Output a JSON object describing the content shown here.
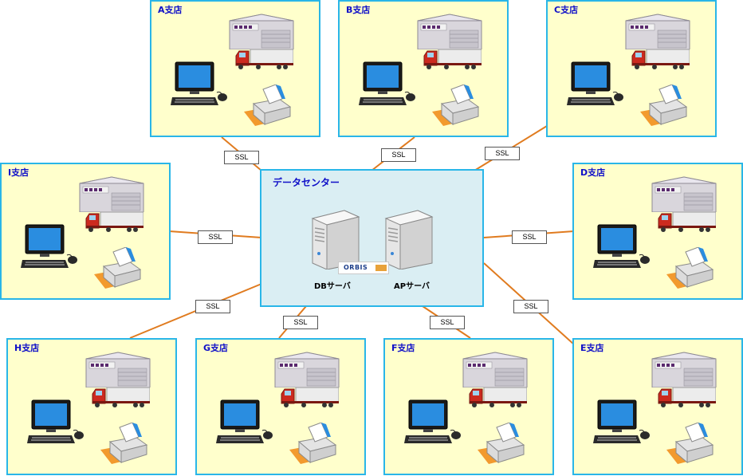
{
  "datacenter": {
    "title": "データセンター",
    "db_server_label": "DBサーバ",
    "ap_server_label": "APサーバ",
    "logo_text": "ORBIS"
  },
  "branches": {
    "a": {
      "title": "A支店"
    },
    "b": {
      "title": "B支店"
    },
    "c": {
      "title": "C支店"
    },
    "d": {
      "title": "D支店"
    },
    "e": {
      "title": "E支店"
    },
    "f": {
      "title": "F支店"
    },
    "g": {
      "title": "G支店"
    },
    "h": {
      "title": "H支店"
    },
    "i": {
      "title": "I支店"
    }
  },
  "connections": {
    "label": "SSL"
  },
  "colors": {
    "branch_fill": "#ffffcc",
    "border": "#29b6e8",
    "datacenter_fill": "#daeef3",
    "link_line": "#e07b1f",
    "title_text": "#1010c8"
  }
}
